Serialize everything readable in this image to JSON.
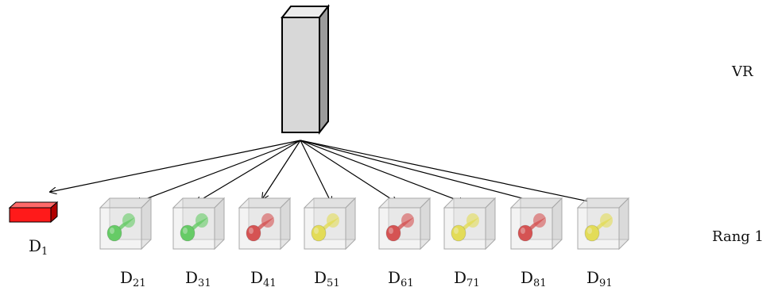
{
  "labels": {
    "vr": "VR",
    "rank": "Rang 1"
  },
  "source": {
    "name": "VR",
    "color": "#d8d8d8"
  },
  "root_block": {
    "base": "D",
    "sub": "1",
    "color": "#ff1a1a"
  },
  "nodes": [
    {
      "base": "D",
      "sub": "21",
      "cylinder": "green"
    },
    {
      "base": "D",
      "sub": "31",
      "cylinder": "green"
    },
    {
      "base": "D",
      "sub": "41",
      "cylinder": "red"
    },
    {
      "base": "D",
      "sub": "51",
      "cylinder": "yellow"
    },
    {
      "base": "D",
      "sub": "61",
      "cylinder": "red"
    },
    {
      "base": "D",
      "sub": "71",
      "cylinder": "yellow"
    },
    {
      "base": "D",
      "sub": "81",
      "cylinder": "red"
    },
    {
      "base": "D",
      "sub": "91",
      "cylinder": "yellow"
    }
  ],
  "colors": {
    "green": "#27c227",
    "red": "#d10a0a",
    "yellow": "#e6dc12"
  }
}
